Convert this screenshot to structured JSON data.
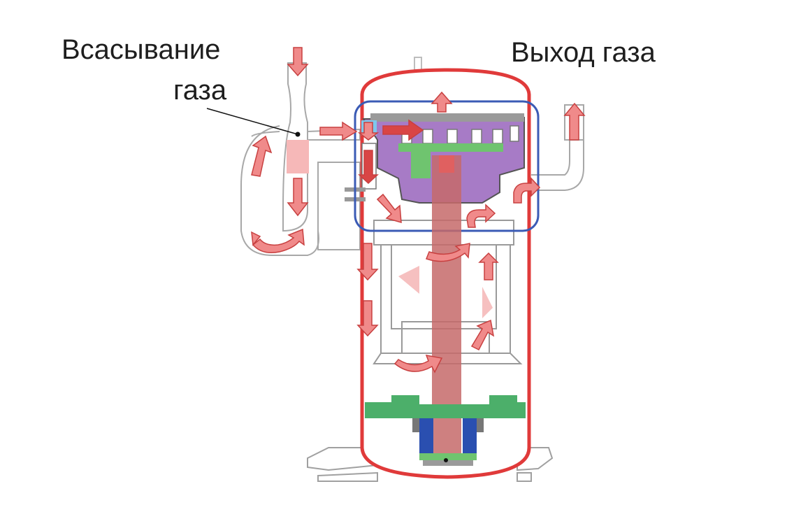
{
  "labels": {
    "suction_line1": "Всасывание",
    "suction_line2": "газа",
    "discharge": "Выход газа"
  },
  "colors": {
    "shell": "#e03a3a",
    "arrow_fill": "#f08a8a",
    "arrow_stroke": "#c84040",
    "scroll_box": "#3b5bb5",
    "scroll_body": "#a77bc6",
    "scroll_green": "#6fc46f",
    "shaft": "#c56a6a",
    "bearing_green": "#4caf6a",
    "bearing_blue": "#2a4fb0",
    "outline": "#9a9a9a"
  }
}
